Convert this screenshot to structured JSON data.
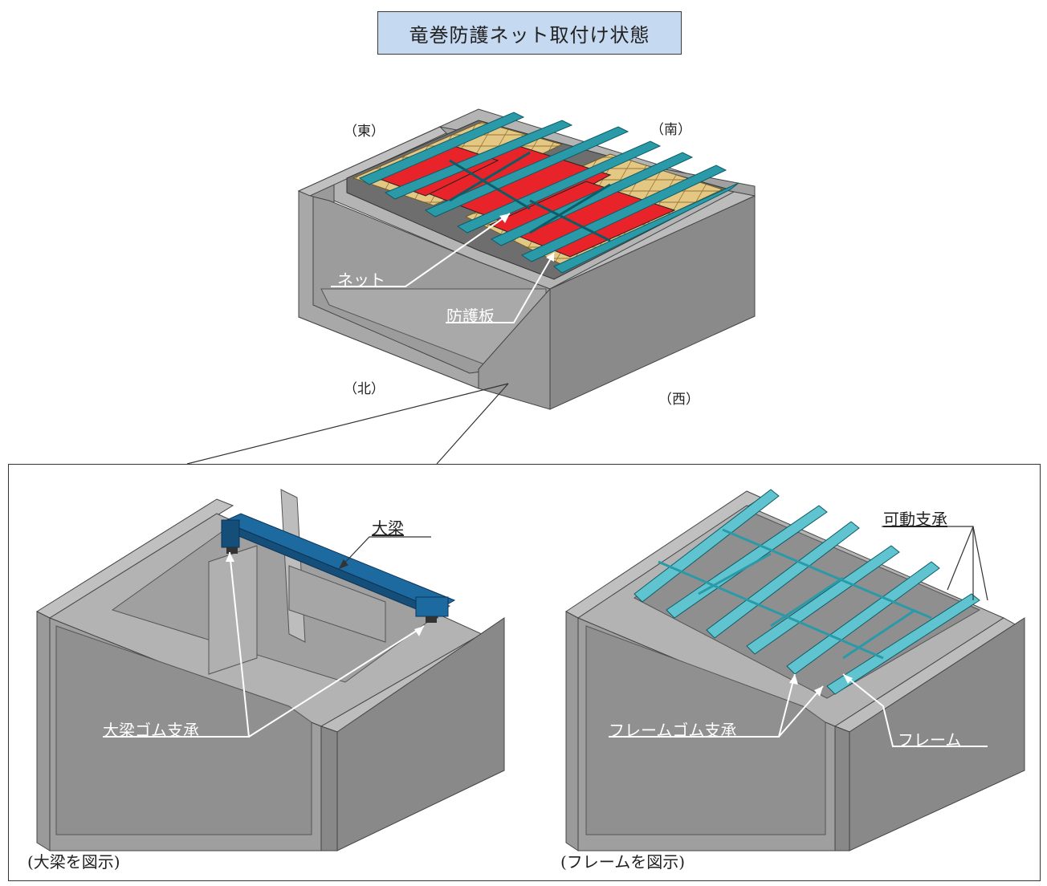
{
  "title": "竜巻防護ネット取付け状態",
  "directions": {
    "east": "（東）",
    "south": "（南）",
    "north": "（北）",
    "west": "（西）"
  },
  "labels": {
    "net": "ネット",
    "protective_plate": "防護板",
    "girder": "大梁",
    "girder_rubber_bearing": "大梁ゴム支承",
    "movable_bearing": "可動支承",
    "frame_rubber_bearing": "フレームゴム支承",
    "frame": "フレーム"
  },
  "captions": {
    "left": "(大梁を図示)",
    "right": "(フレームを図示)"
  },
  "colors": {
    "concrete_top": "#b4b4b4",
    "concrete_side": "#8c8c8c",
    "concrete_dark": "#6e6e6e",
    "steel_teal": "#2a9aa8",
    "steel_light": "#5fc4cf",
    "net_red": "#e8232a",
    "plate_yellow": "#e3c783",
    "girder_blue": "#1d6aa0",
    "title_bg": "#c5d9f1"
  }
}
